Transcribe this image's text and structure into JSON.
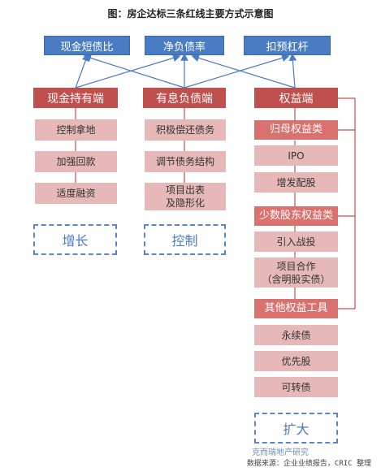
{
  "title": "图：房企达标三条红线主要方式示意图",
  "indicators": [
    "现金短债比",
    "净负债率",
    "扣预杠杆"
  ],
  "columns": {
    "cash": {
      "header": "现金持有端",
      "items": [
        "控制拿地",
        "加强回款",
        "适度融资"
      ],
      "goal": "增长"
    },
    "debt": {
      "header": "有息负债端",
      "items": [
        "积极偿还债务",
        "调节债务结构",
        "项目出表\n及隐形化"
      ],
      "goal": "控制"
    },
    "equity": {
      "header": "权益端",
      "groups": [
        {
          "title": "归母权益类",
          "items": [
            "IPO",
            "增发配股"
          ]
        },
        {
          "title": "少数股东权益类",
          "items": [
            "引入战投",
            "项目合作\n（含明股实债）"
          ]
        },
        {
          "title": "其他权益工具",
          "items": [
            "永续债",
            "优先股",
            "可转债"
          ]
        }
      ],
      "goal": "扩大"
    }
  },
  "footer": "数据来源：企业业绩报告，CRIC 整理",
  "watermark": "克而瑞地产研究",
  "colors": {
    "blue": "#4a7cc4",
    "red": "#c0504d",
    "pink": "#e6b9b8",
    "dashed": "#5a86c9"
  }
}
